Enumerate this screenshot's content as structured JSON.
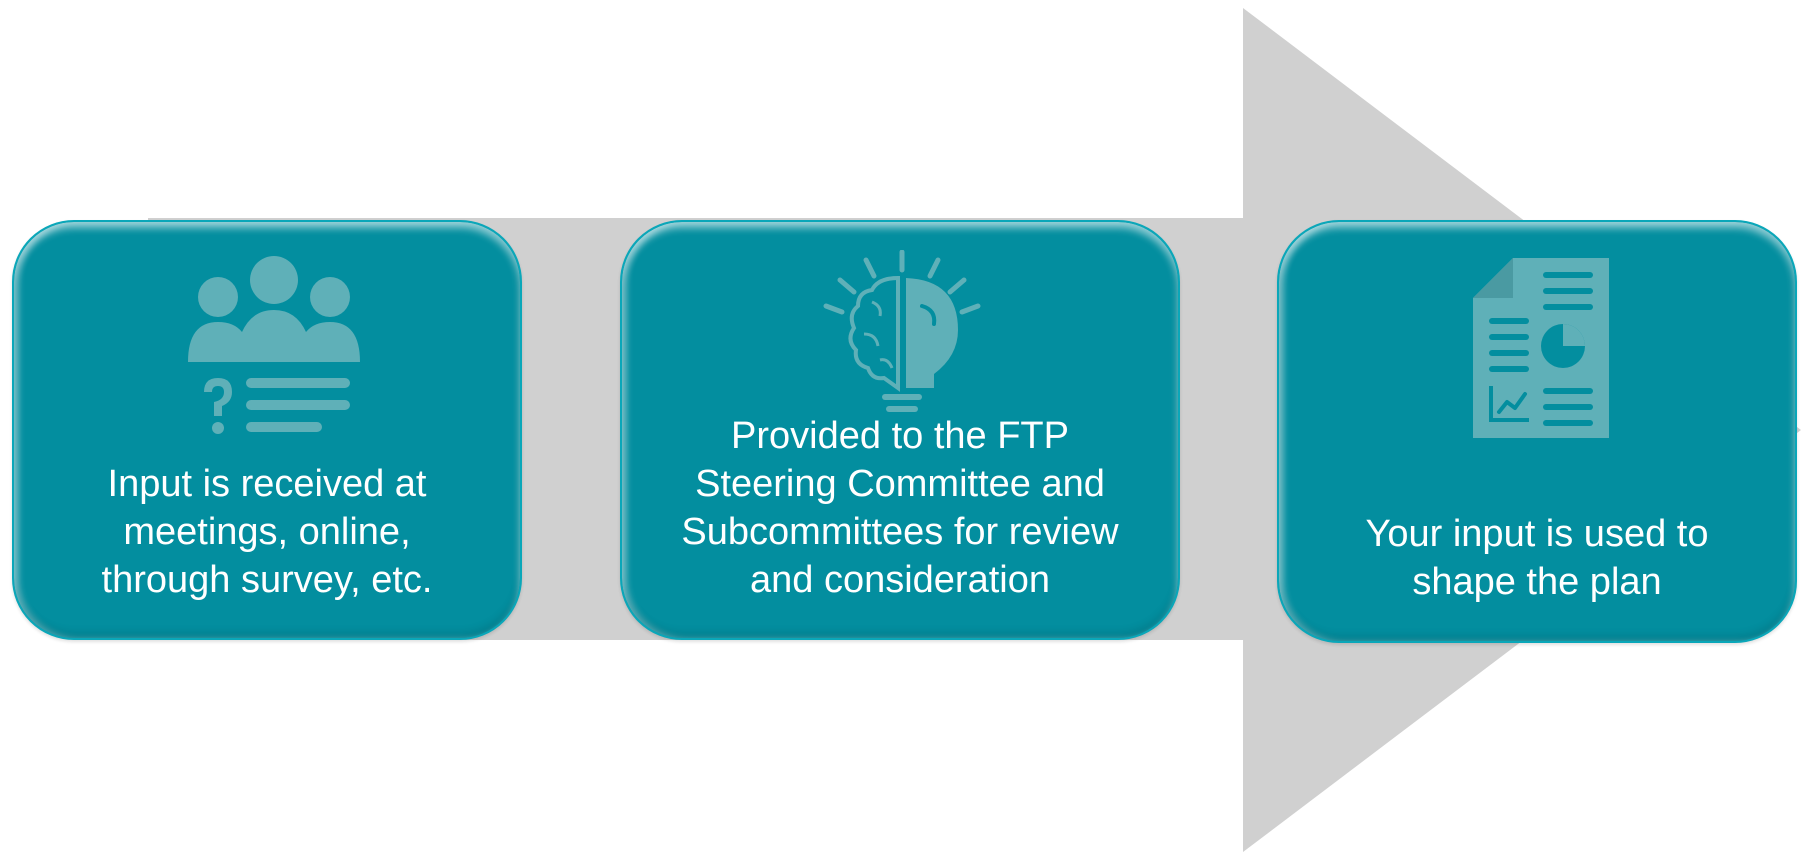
{
  "steps": [
    {
      "icon": "people-question-icon",
      "text_lines": [
        "Input is received at",
        "meetings, online,",
        "through survey, etc."
      ]
    },
    {
      "icon": "brain-lightbulb-icon",
      "text_lines": [
        "Provided to the FTP",
        "Steering Committee and",
        "Subcommittees for review",
        "and consideration"
      ]
    },
    {
      "icon": "report-document-icon",
      "text_lines": [
        "Your input is used to",
        "shape the plan"
      ]
    }
  ],
  "colors": {
    "card_fill": "#038e9f",
    "card_border": "#0aa7b9",
    "icon_fill": "#5fb0b8",
    "arrow_fill": "#d0d0d0",
    "text": "#ffffff"
  }
}
